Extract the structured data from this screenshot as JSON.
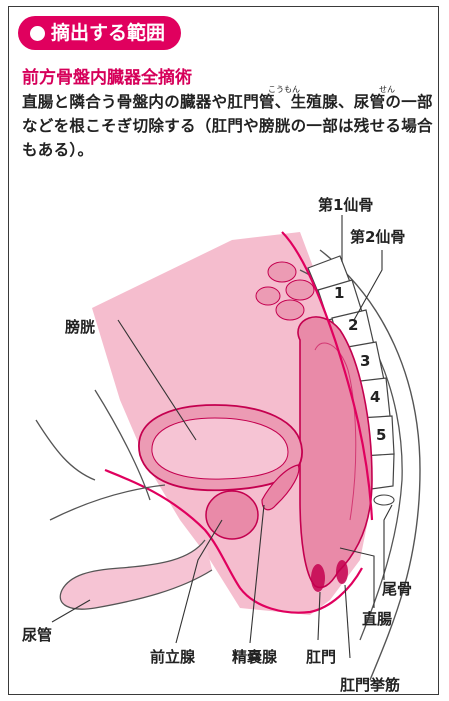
{
  "header": {
    "section_label": "摘出する範囲"
  },
  "procedure": {
    "title": "前方骨盤内臓器全摘術",
    "description": "直腸と隣合う骨盤内の臓器や肛門管、生殖腺、尿管の一部などを根こそぎ切除する（肛門や膀胱の一部は残せる場合もある）。",
    "ruby_koumon": "こうもん",
    "ruby_sen": "せん"
  },
  "diagram": {
    "labels": {
      "sacrum1": "第1仙骨",
      "sacrum2": "第2仙骨",
      "bladder": "膀胱",
      "coccyx": "尾骨",
      "rectum": "直腸",
      "urethra": "尿管",
      "prostate": "前立腺",
      "seminal_vesicle": "精嚢腺",
      "anus": "肛門",
      "levator_ani": "肛門挙筋"
    },
    "vertebra_numbers": [
      "1",
      "2",
      "3",
      "4",
      "5"
    ]
  },
  "colors": {
    "accent": "#e0005e",
    "resection_fill": "#f4b6c9",
    "organ_fill": "#e98aa8",
    "outline": "#c4004f"
  }
}
